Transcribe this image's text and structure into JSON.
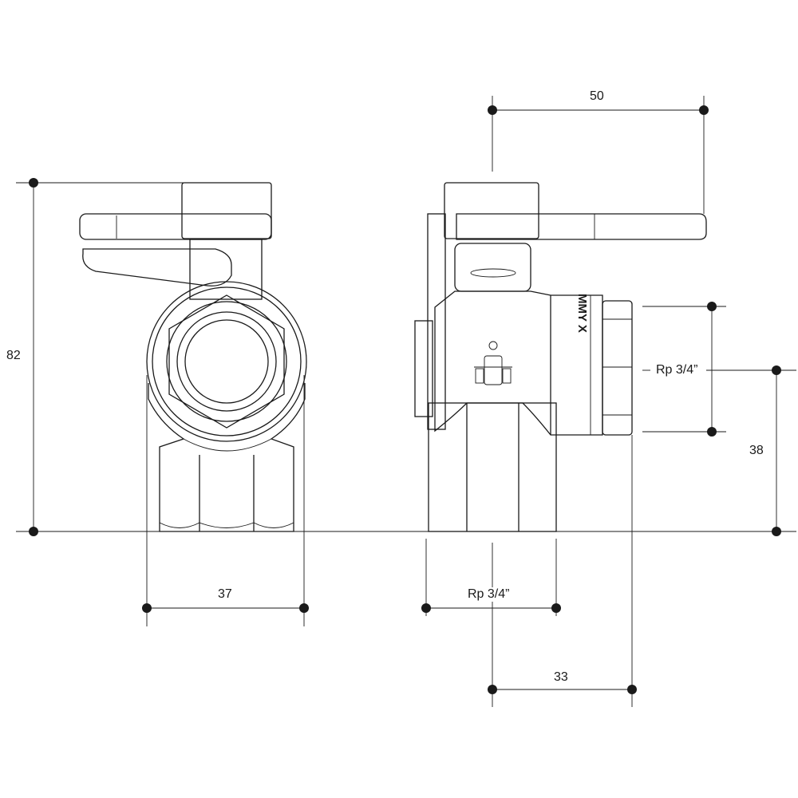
{
  "dimensions": {
    "height_total": "82",
    "width_front": "37",
    "handle_length": "50",
    "thread_side": "Rp 3/4”",
    "thread_bottom": "Rp 3/4”",
    "axis_height": "38",
    "axis_offset": "33"
  },
  "marking": "MMY X",
  "line_color": "#1a1a1a"
}
